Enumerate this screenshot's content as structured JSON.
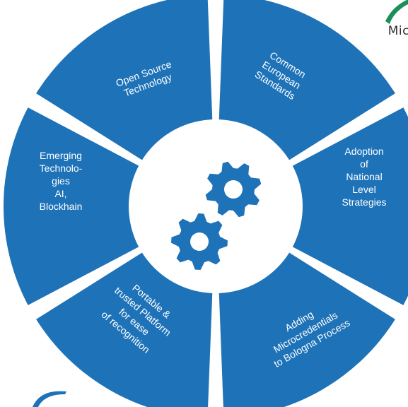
{
  "colors": {
    "segment": "#1e72b8",
    "center": "#ffffff",
    "gear": "#1e72b8",
    "logo_accent": "#1b8f5a"
  },
  "brand": {
    "text": "Mic"
  },
  "center": {
    "icon": "gears-icon"
  },
  "segments": [
    {
      "id": "open-source",
      "lines": [
        "Open Source",
        "Technology"
      ]
    },
    {
      "id": "common-european-standards",
      "lines": [
        "Common",
        "European",
        "Standards"
      ]
    },
    {
      "id": "national-strategies",
      "lines": [
        "Adoption",
        "of",
        "National",
        "Level",
        "Strategies"
      ]
    },
    {
      "id": "bologna-process",
      "lines": [
        "Adding",
        "Microcredentials",
        "to Bologna Process"
      ]
    },
    {
      "id": "portable-platform",
      "lines": [
        "Portable &",
        "trusted Platform",
        "for ease",
        "of recognition"
      ]
    },
    {
      "id": "emerging-technologies",
      "lines": [
        "Emerging",
        "Technolo-",
        "gies",
        "AI,",
        "Blockhain"
      ]
    }
  ]
}
